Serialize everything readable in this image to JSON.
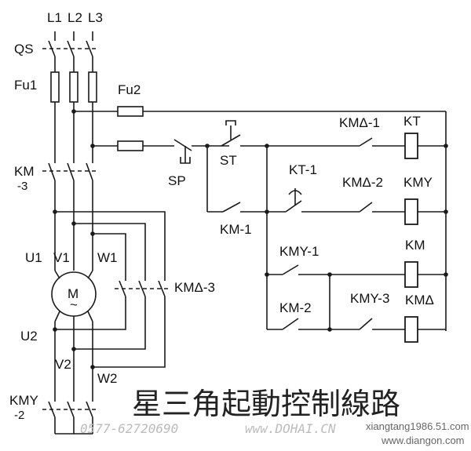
{
  "labels": {
    "l1": "L1",
    "l2": "L2",
    "l3": "L3",
    "qs": "QS",
    "fu1": "Fu1",
    "fu2": "Fu2",
    "km_main": "KM",
    "km_main_sub": "-3",
    "u1": "U1",
    "v1": "V1",
    "w1": "W1",
    "u2": "U2",
    "v2": "V2",
    "w2": "W2",
    "motor": "M",
    "motor_tilde": "~",
    "kmd3": "KMΔ-3",
    "kmy_bottom": "KMY",
    "kmy_bottom_sub": "-2",
    "sp": "SP",
    "st": "ST",
    "km1": "KM-1",
    "kt1": "KT-1",
    "kmd1": "KMΔ-1",
    "kmd2": "KMΔ-2",
    "kmy1": "KMY-1",
    "km2": "KM-2",
    "kmy3": "KMY-3",
    "coil_kt": "KT",
    "coil_kmy": "KMY",
    "coil_km": "KM",
    "coil_kmd": "KMΔ"
  },
  "title": "星三角起動控制線路",
  "watermark": {
    "phone": "0577-62720690",
    "site": "www.DOHAI.CN",
    "site2": "xiangtang1986.51.com",
    "site3": "www.diangon.com"
  }
}
